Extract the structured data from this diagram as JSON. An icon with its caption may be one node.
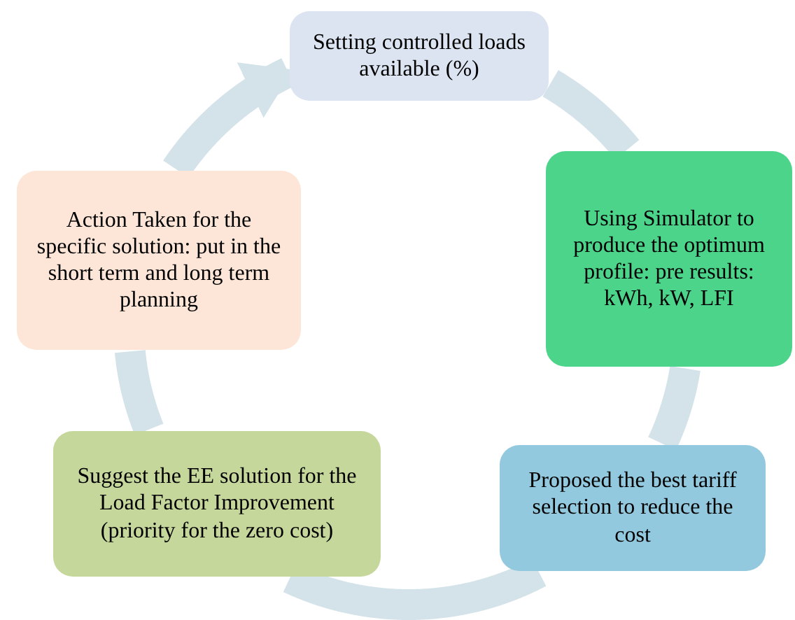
{
  "diagram": {
    "nodes": [
      {
        "text": [
          "Setting controlled loads available (%)"
        ]
      },
      {
        "text": [
          "Using Simulator to produce the optimum profile: pre results: kWh, kW, LFI"
        ]
      },
      {
        "text": [
          "Proposed the best tariff selection to reduce the cost"
        ]
      },
      {
        "text": [
          "Suggest the EE solution for the Load Factor Improvement (priority for the zero cost)"
        ]
      },
      {
        "text": [
          "Action Taken for the specific solution: put in the short term and long term planning"
        ]
      }
    ],
    "edges": [
      {
        "from": 0,
        "to": 1,
        "arrow": "none"
      },
      {
        "from": 1,
        "to": 2,
        "arrow": "none"
      },
      {
        "from": 2,
        "to": 3,
        "arrow": "none"
      },
      {
        "from": 3,
        "to": 4,
        "arrow": "none"
      },
      {
        "from": 4,
        "to": 0,
        "arrow": "to"
      }
    ]
  }
}
